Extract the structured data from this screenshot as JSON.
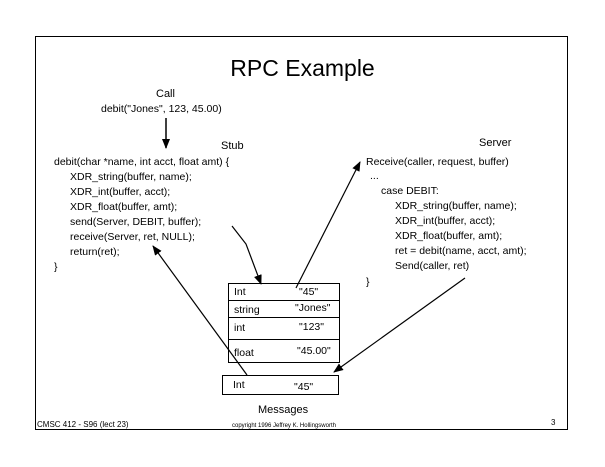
{
  "title": "RPC Example",
  "call": {
    "label": "Call",
    "line": "debit(\"Jones\", 123, 45.00)"
  },
  "stub": {
    "label": "Stub",
    "lines": [
      "debit(char *name, int acct, float amt) {",
      "XDR_string(buffer, name);",
      "XDR_int(buffer, acct);",
      "XDR_float(buffer, amt);",
      "send(Server, DEBIT, buffer);",
      "receive(Server, ret, NULL);",
      "return(ret);",
      "}"
    ]
  },
  "server": {
    "label": "Server",
    "lines": [
      "Receive(caller, request, buffer)",
      "...",
      "case DEBIT:",
      "XDR_string(buffer, name);",
      "XDR_int(buffer, acct);",
      "XDR_float(buffer, amt);",
      "ret = debit(name, acct, amt);",
      "Send(caller, ret)",
      "}"
    ]
  },
  "request_message": [
    {
      "type": "Int",
      "value": "\"45\""
    },
    {
      "type": "string",
      "value": "\"Jones\""
    },
    {
      "type": "int",
      "value": "\"123\""
    },
    {
      "type": "float",
      "value": "\"45.00\""
    }
  ],
  "reply_message": {
    "type": "Int",
    "value": "\"45\""
  },
  "messages_label": "Messages",
  "footer": {
    "course": "CMSC 412 - S96 (lect 23)",
    "copyright": "copyright 1996 Jeffrey K. Hollingsworth",
    "page_number": "3"
  }
}
